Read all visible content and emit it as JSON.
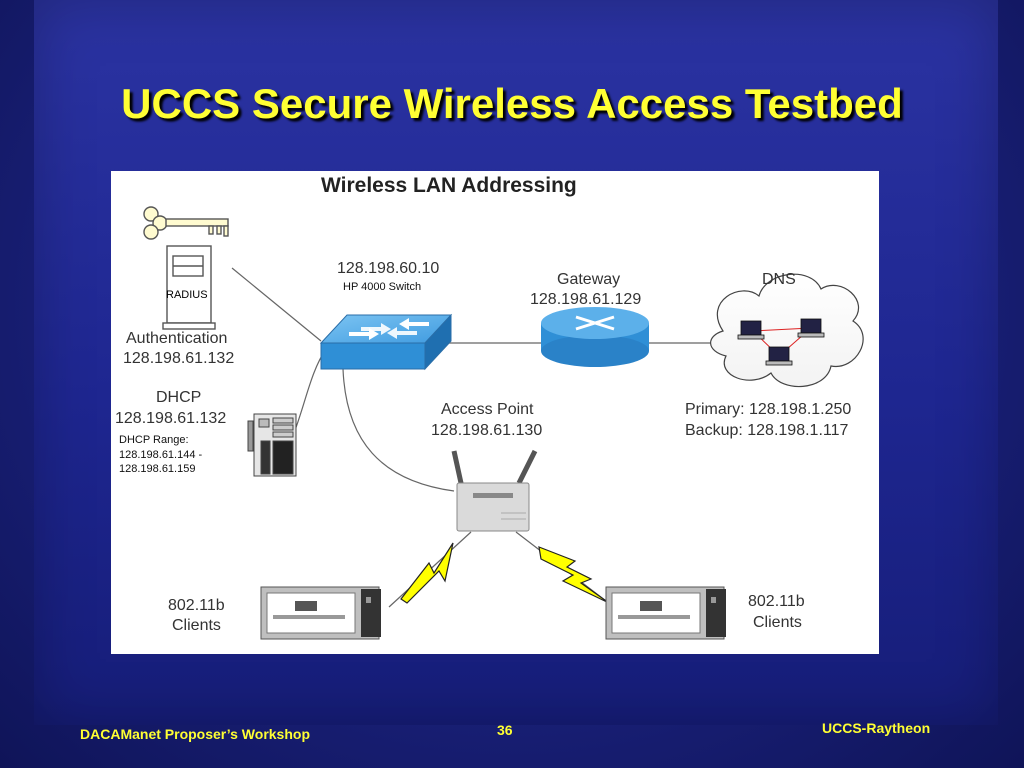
{
  "slide": {
    "title": "UCCS Secure Wireless Access Testbed",
    "footer_left": "DACAManet Proposer’s Workshop",
    "page_number": "36",
    "footer_right": "UCCS-Raytheon"
  },
  "diagram": {
    "heading": "Wireless LAN Addressing",
    "radius": {
      "label": "RADIUS",
      "role": "Authentication",
      "ip": "128.198.61.132"
    },
    "dhcp": {
      "role": "DHCP",
      "ip": "128.198.61.132",
      "range_label": "DHCP Range:",
      "range_start": "128.198.61.144 -",
      "range_end": "128.198.61.159"
    },
    "switch": {
      "ip": "128.198.60.10",
      "model": "HP 4000 Switch"
    },
    "gateway": {
      "role": "Gateway",
      "ip": "128.198.61.129"
    },
    "dns": {
      "role": "DNS",
      "primary": "Primary: 128.198.1.250",
      "backup": "Backup: 128.198.1.117"
    },
    "access_point": {
      "role": "Access Point",
      "ip": "128.198.61.130"
    },
    "client_left": {
      "line1": "802.11b",
      "line2": "Clients"
    },
    "client_right": {
      "line1": "802.11b",
      "line2": "Clients"
    }
  },
  "colors": {
    "title": "#ffff33",
    "network_device_blue": "#2f8fd6",
    "lightning": "#ffff00"
  }
}
